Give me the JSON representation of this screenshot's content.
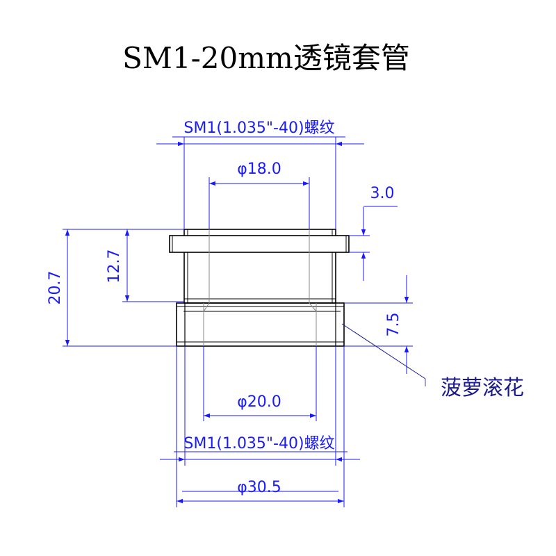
{
  "title": "SM1-20mm透镜套管",
  "labels": {
    "top_thread": "SM1(1.035\"-40)螺纹",
    "bottom_thread": "SM1(1.035\"-40)螺纹",
    "knurl": "菠萝滚花"
  },
  "dimensions": {
    "inner_diameter_top": "φ18.0",
    "inner_diameter_bottom": "φ20.0",
    "outer_diameter": "φ30.5",
    "flange_thickness": "3.0",
    "upper_height": "12.7",
    "total_height": "20.7",
    "knurl_height": "7.5"
  },
  "colors": {
    "dimension": "#1a1aff",
    "outline": "#000000",
    "hidden_line": "#8a8a8a",
    "callout_text": "#1a1a8c"
  }
}
